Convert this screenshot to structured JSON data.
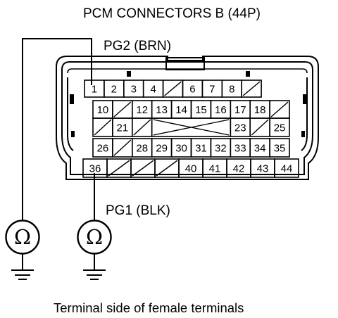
{
  "title": "PCM CONNECTORS B (44P)",
  "top_wire_label": "PG2 (BRN)",
  "bottom_wire_label": "PG1 (BLK)",
  "caption": "Terminal side of female terminals",
  "meter_symbol": "Ω",
  "meter_left": {
    "name": "ohmmeter-left",
    "symbol": "Ω"
  },
  "meter_right": {
    "name": "ohmmeter-right",
    "symbol": "Ω"
  },
  "connector": {
    "row1": [
      "1",
      "2",
      "3",
      "4",
      "",
      "6",
      "7",
      "8",
      ""
    ],
    "row2": [
      "10",
      "",
      "12",
      "13",
      "14",
      "15",
      "16",
      "17",
      "18",
      ""
    ],
    "row3": [
      "",
      "21",
      "",
      "23",
      "",
      "25"
    ],
    "row4": [
      "26",
      "",
      "28",
      "29",
      "30",
      "31",
      "32",
      "33",
      "34",
      "35"
    ],
    "row5": [
      "36",
      "",
      "",
      "",
      "40",
      "41",
      "42",
      "43",
      "44"
    ]
  },
  "probed_pins": {
    "top": "1",
    "bottom": "36"
  }
}
